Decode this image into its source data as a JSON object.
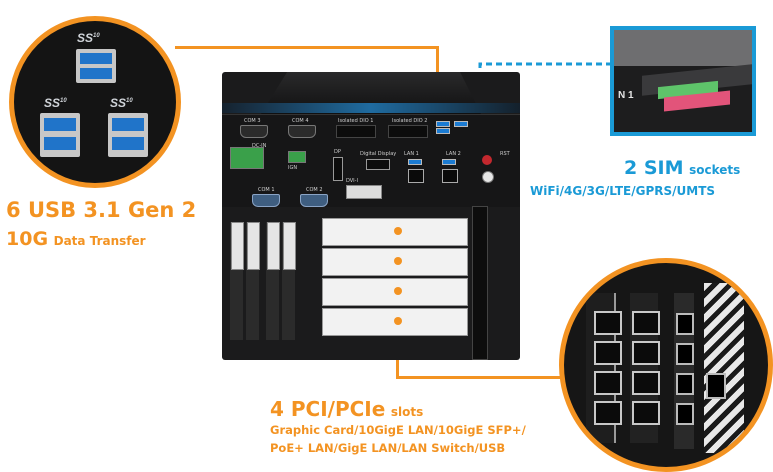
{
  "callouts": {
    "usb": {
      "count": "6",
      "headline": "USB 3.1 Gen 2",
      "sub_strong": "10G",
      "sub_small": "Data Transfer",
      "port_logo": "SS",
      "port_speed": "10"
    },
    "sim": {
      "headline_strong": "2 SIM",
      "headline_small": "sockets",
      "sub": "WiFi/4G/3G/LTE/GPRS/UMTS",
      "slot_num": "N 1"
    },
    "pcie": {
      "headline_strong": "4 PCI/PCIe",
      "headline_small": "slots",
      "line1": "Graphic Card/10GigE LAN/10GigE SFP+/",
      "line2": "PoE+ LAN/GigE LAN/LAN Switch/USB"
    }
  },
  "device_labels": {
    "com3": "COM 3",
    "com4": "COM 4",
    "dio1": "DIO 1",
    "dio2": "DIO 2",
    "dcin": "DC-IN",
    "ign": "IGN",
    "digital_display": "Digital Display",
    "dp": "DP",
    "dvi": "DVI-I",
    "lan1": "LAN 1",
    "lan2": "LAN 2",
    "com1": "COM 1",
    "com2": "COM 2",
    "rst": "RST",
    "isolated": "Isolated"
  },
  "colors": {
    "accent_orange": "#f39322",
    "accent_blue": "#1a9ad6",
    "chassis": "#1b1b1c"
  },
  "icons": [
    "usb-superspeed-icon",
    "sim-card-icon",
    "rj45-port-icon",
    "pcie-slot-icon"
  ]
}
